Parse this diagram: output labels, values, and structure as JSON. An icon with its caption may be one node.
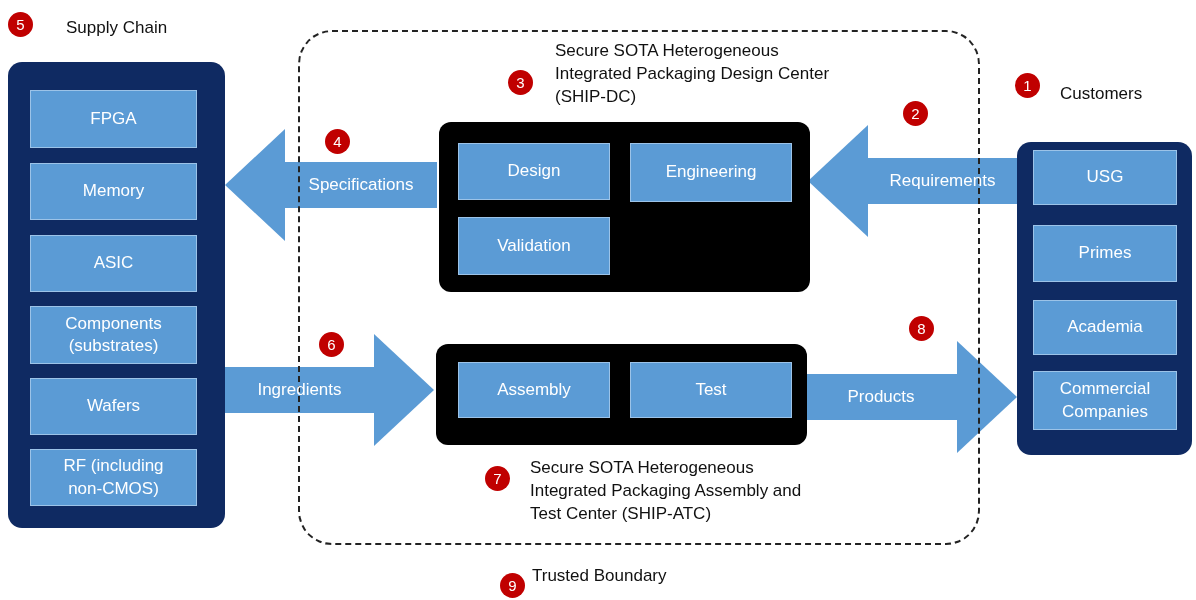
{
  "diagram": {
    "nodes": [
      {
        "text": [
          "Supply Chain"
        ]
      },
      {
        "text": [
          "FPGA"
        ],
        "in": 0
      },
      {
        "text": [
          "Memory"
        ],
        "in": 0
      },
      {
        "text": [
          "ASIC"
        ],
        "in": 0
      },
      {
        "text": [
          "Components (substrates)"
        ],
        "in": 0
      },
      {
        "text": [
          "Wafers"
        ],
        "in": 0
      },
      {
        "text": [
          "RF (including non-CMOS)"
        ],
        "in": 0
      },
      {
        "text": [
          "Trusted Boundary"
        ]
      },
      {
        "text": [
          "Secure SOTA Heterogeneous Integrated Packaging Design Center (SHIP-DC)"
        ],
        "in": 7
      },
      {
        "text": [
          "Design"
        ],
        "in": 8
      },
      {
        "text": [
          "Engineering"
        ],
        "in": 8
      },
      {
        "text": [
          "Validation"
        ],
        "in": 8
      },
      {
        "text": [
          "Secure SOTA Heterogeneous Integrated Packaging Assembly and Test Center (SHIP-ATC)"
        ],
        "in": 7
      },
      {
        "text": [
          "Assembly"
        ],
        "in": 12
      },
      {
        "text": [
          "Test"
        ],
        "in": 12
      },
      {
        "text": [
          "Customers"
        ]
      },
      {
        "text": [
          "USG"
        ],
        "in": 15
      },
      {
        "text": [
          "Primes"
        ],
        "in": 15
      },
      {
        "text": [
          "Academia"
        ],
        "in": 15
      },
      {
        "text": [
          "Commercial Companies"
        ],
        "in": 15
      }
    ],
    "edges": [
      {
        "from": 15,
        "to": 8,
        "arrow": "to",
        "label": "Requirements"
      },
      {
        "from": 8,
        "to": 0,
        "arrow": "to",
        "label": "Specifications"
      },
      {
        "from": 0,
        "to": 12,
        "arrow": "to",
        "label": "Ingredients"
      },
      {
        "from": 12,
        "to": 15,
        "arrow": "to",
        "label": "Products"
      }
    ],
    "labels": [
      "5",
      "3",
      "1",
      "2",
      "4",
      "8",
      "6",
      "7",
      "9"
    ]
  }
}
